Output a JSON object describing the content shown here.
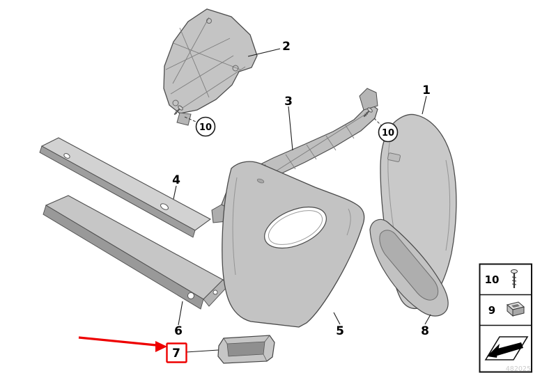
{
  "doc": {
    "number": "482025"
  },
  "callouts": {
    "part1": "1",
    "part2": "2",
    "part3": "3",
    "part4": "4",
    "part5": "5",
    "part6": "6",
    "part7": "7",
    "part8": "8",
    "fastener_top": "10",
    "fastener_right": "10"
  },
  "legend": {
    "screw_row": "10",
    "clip_row": "9"
  },
  "annotations": {
    "arrow_color": "#ee0000",
    "box_color": "#ee0000"
  }
}
